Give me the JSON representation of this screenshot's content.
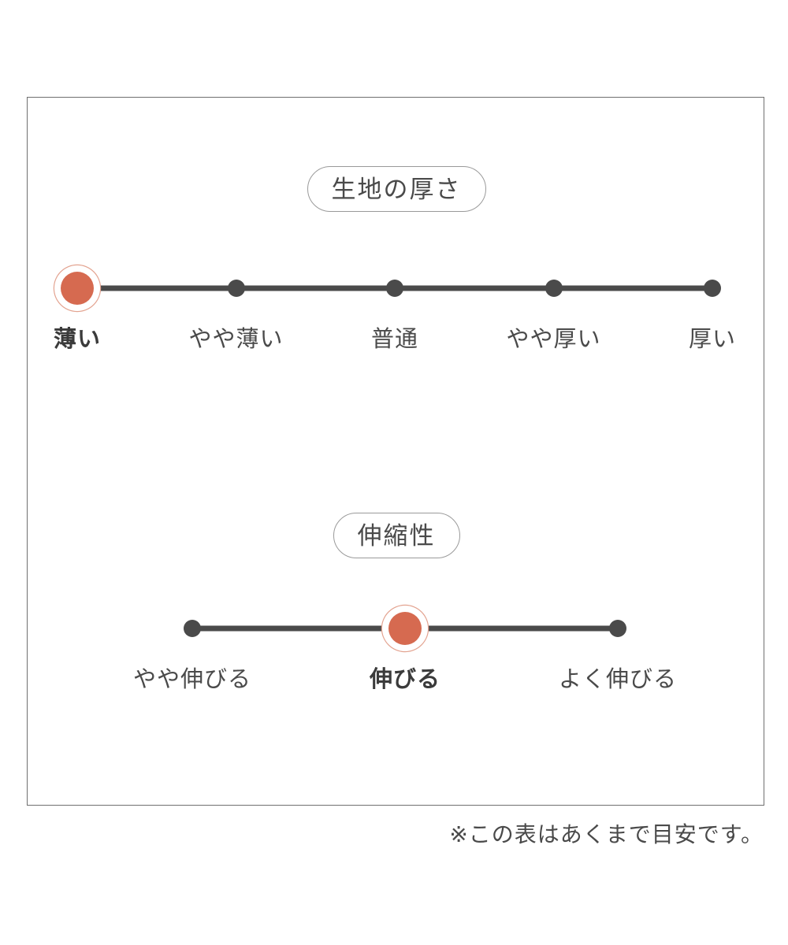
{
  "colors": {
    "selected_dot": "#d66a50",
    "selected_ring": "#e3a390",
    "dot": "#4a4a4a",
    "track": "#4a4a4a",
    "badge_border": "#9a9a9a",
    "card_border": "#6f6f6f",
    "text": "#4a4a4a",
    "background": "#ffffff"
  },
  "sections": [
    {
      "id": "thickness",
      "badge_label": "生地の厚さ",
      "selected_index": 0,
      "scale": [
        {
          "label": "薄い",
          "selected": true
        },
        {
          "label": "やや薄い",
          "selected": false
        },
        {
          "label": "普通",
          "selected": false
        },
        {
          "label": "やや厚い",
          "selected": false
        },
        {
          "label": "厚い",
          "selected": false
        }
      ]
    },
    {
      "id": "stretch",
      "badge_label": "伸縮性",
      "selected_index": 1,
      "scale": [
        {
          "label": "やや伸びる",
          "selected": false
        },
        {
          "label": "伸びる",
          "selected": true
        },
        {
          "label": "よく伸びる",
          "selected": false
        }
      ]
    }
  ],
  "footer": {
    "note": "※この表はあくまで目安です。"
  }
}
